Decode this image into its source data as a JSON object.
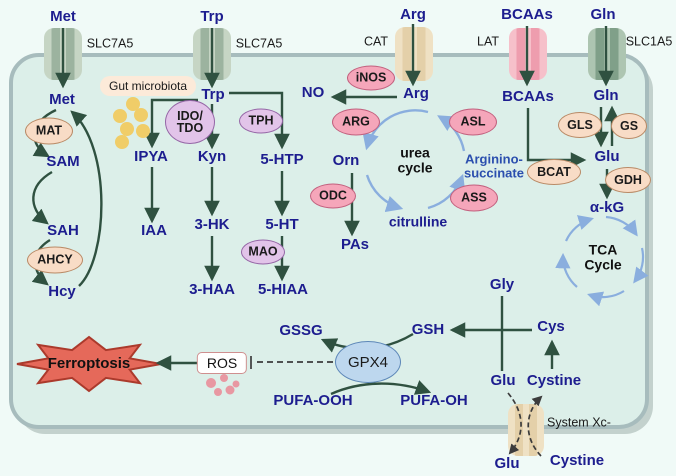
{
  "labels": {
    "extracellular": {
      "met": "Met",
      "trp": "Trp",
      "arg": "Arg",
      "bcaas": "BCAAs",
      "gln": "Gln",
      "glu": "Glu",
      "cystine": "Cystine"
    },
    "transporters": {
      "slc7a5_met": "SLC7A5",
      "slc7a5_trp": "SLC7A5",
      "cat": "CAT",
      "lat": "LAT",
      "slc1a5": "SLC1A5",
      "system_xc": "System Xc-"
    },
    "metabolites": {
      "met": "Met",
      "sam": "SAM",
      "sah": "SAH",
      "hcy": "Hcy",
      "trp": "Trp",
      "ipya": "IPYA",
      "kyn": "Kyn",
      "iaa": "IAA",
      "hk3": "3-HK",
      "haa3": "3-HAA",
      "htp5": "5-HTP",
      "ht5": "5-HT",
      "hiaa5": "5-HIAA",
      "no": "NO",
      "arg": "Arg",
      "orn": "Orn",
      "pas": "PAs",
      "citrulline": "citrulline",
      "argininosuccinate": "Arginino-succinate",
      "bcaas": "BCAAs",
      "gln": "Gln",
      "glu": "Glu",
      "akg": "α-kG",
      "gly": "Gly",
      "cys": "Cys",
      "gsh": "GSH",
      "gssg": "GSSG",
      "pufa_ooh": "PUFA-OOH",
      "pufa_oh": "PUFA-OH",
      "glu_bottom": "Glu",
      "cystine": "Cystine"
    },
    "enzymes": {
      "mat": "MAT",
      "ahcy": "AHCY",
      "ido_tdo": "IDO/TDO",
      "tph": "TPH",
      "mao": "MAO",
      "inos": "iNOS",
      "arg": "ARG",
      "asl": "ASL",
      "ass": "ASS",
      "odc": "ODC",
      "gls": "GLS",
      "gs": "GS",
      "bcat": "BCAT",
      "gdh": "GDH",
      "gpx4": "GPX4"
    },
    "cycles": {
      "urea": "urea cycle",
      "tca": "TCA Cycle"
    },
    "annotations": {
      "gut_microbiota": "Gut microbiota",
      "ros": "ROS",
      "ferroptosis": "Ferroptosis"
    }
  },
  "colors": {
    "cell_fill": "#dcefe9",
    "membrane": "#a7bcbd",
    "metabolite_text": "#1d1d8f",
    "arrow_green": "#2f5140",
    "cycle_blue": "#8aaede",
    "pink_oval": "#f5a6ba",
    "peach_oval": "#f8dcc6",
    "purple_oval": "#e2c4e9",
    "gpx4_oval": "#bdd7ee",
    "ferroptosis_star": "#e5695a",
    "gut_dot_yellow": "#f0cd68",
    "ros_dot_pink": "#e898a2"
  }
}
